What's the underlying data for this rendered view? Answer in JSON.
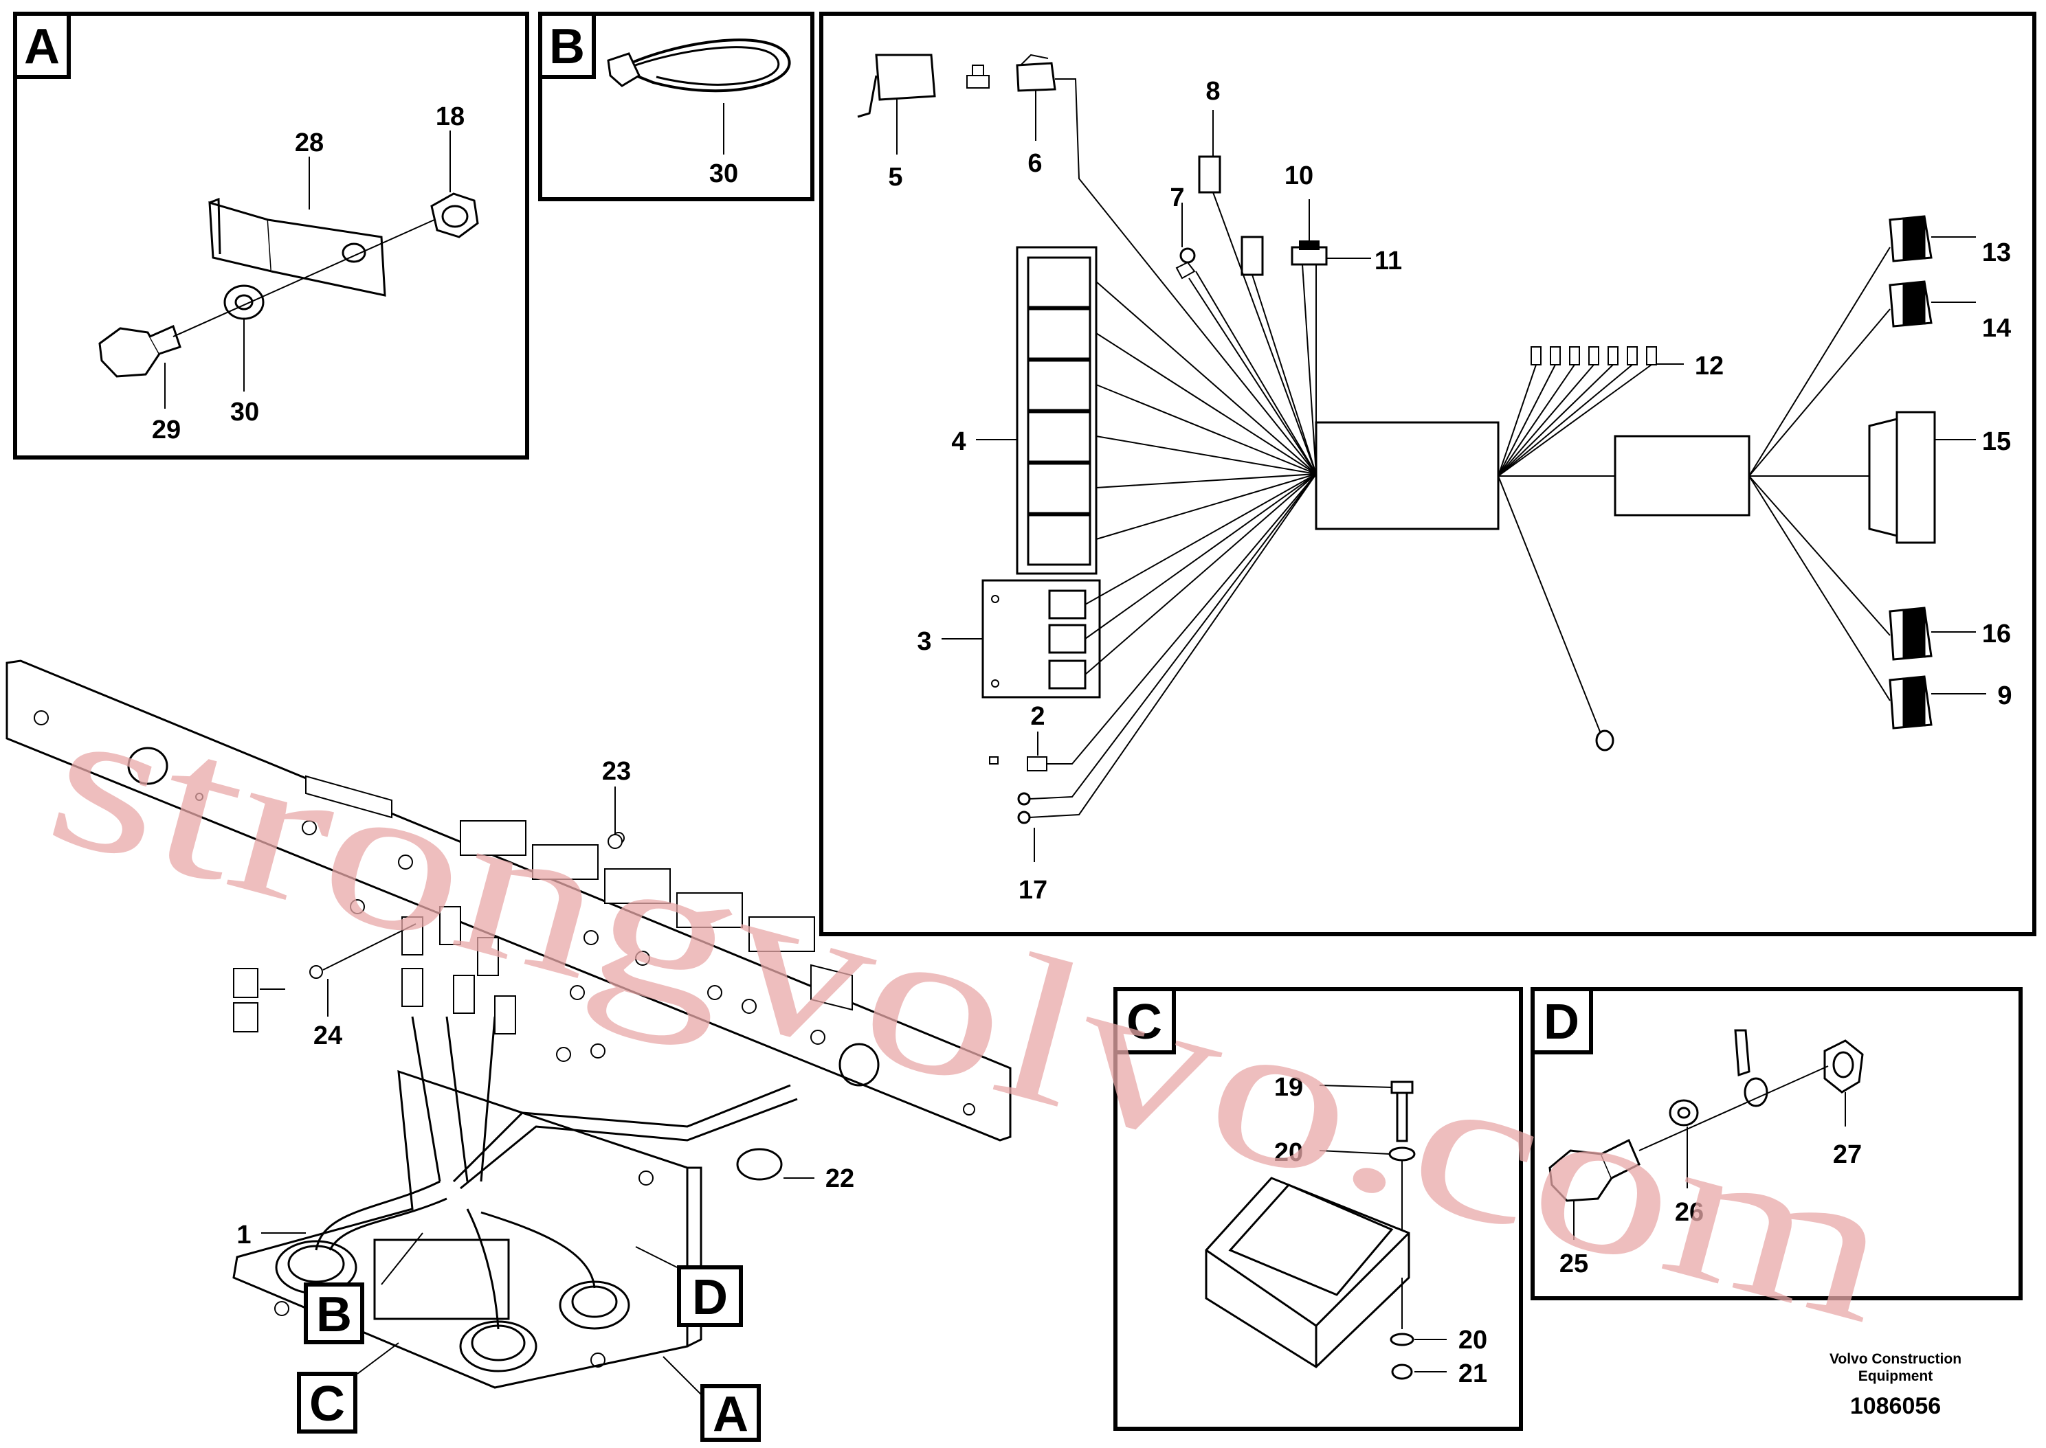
{
  "panels": {
    "A": {
      "letter": "A",
      "labels": [
        "28",
        "18",
        "29",
        "30"
      ]
    },
    "B": {
      "letter": "B",
      "labels": [
        "30"
      ]
    },
    "main": {
      "labels": [
        "5",
        "6",
        "8",
        "10",
        "7",
        "11",
        "13",
        "14",
        "12",
        "4",
        "15",
        "3",
        "16",
        "2",
        "9",
        "17"
      ]
    },
    "C": {
      "letter": "C",
      "labels": [
        "19",
        "20",
        "20",
        "21"
      ]
    },
    "D": {
      "letter": "D",
      "labels": [
        "27",
        "26",
        "25"
      ]
    }
  },
  "assembly": {
    "labels": [
      "23",
      "24",
      "22",
      "1"
    ],
    "callouts": [
      "B",
      "D",
      "C",
      "A"
    ]
  },
  "watermark": "strongvolvo.com",
  "caption": {
    "line1": "Volvo Construction",
    "line2": "Equipment",
    "ref": "1086056"
  }
}
